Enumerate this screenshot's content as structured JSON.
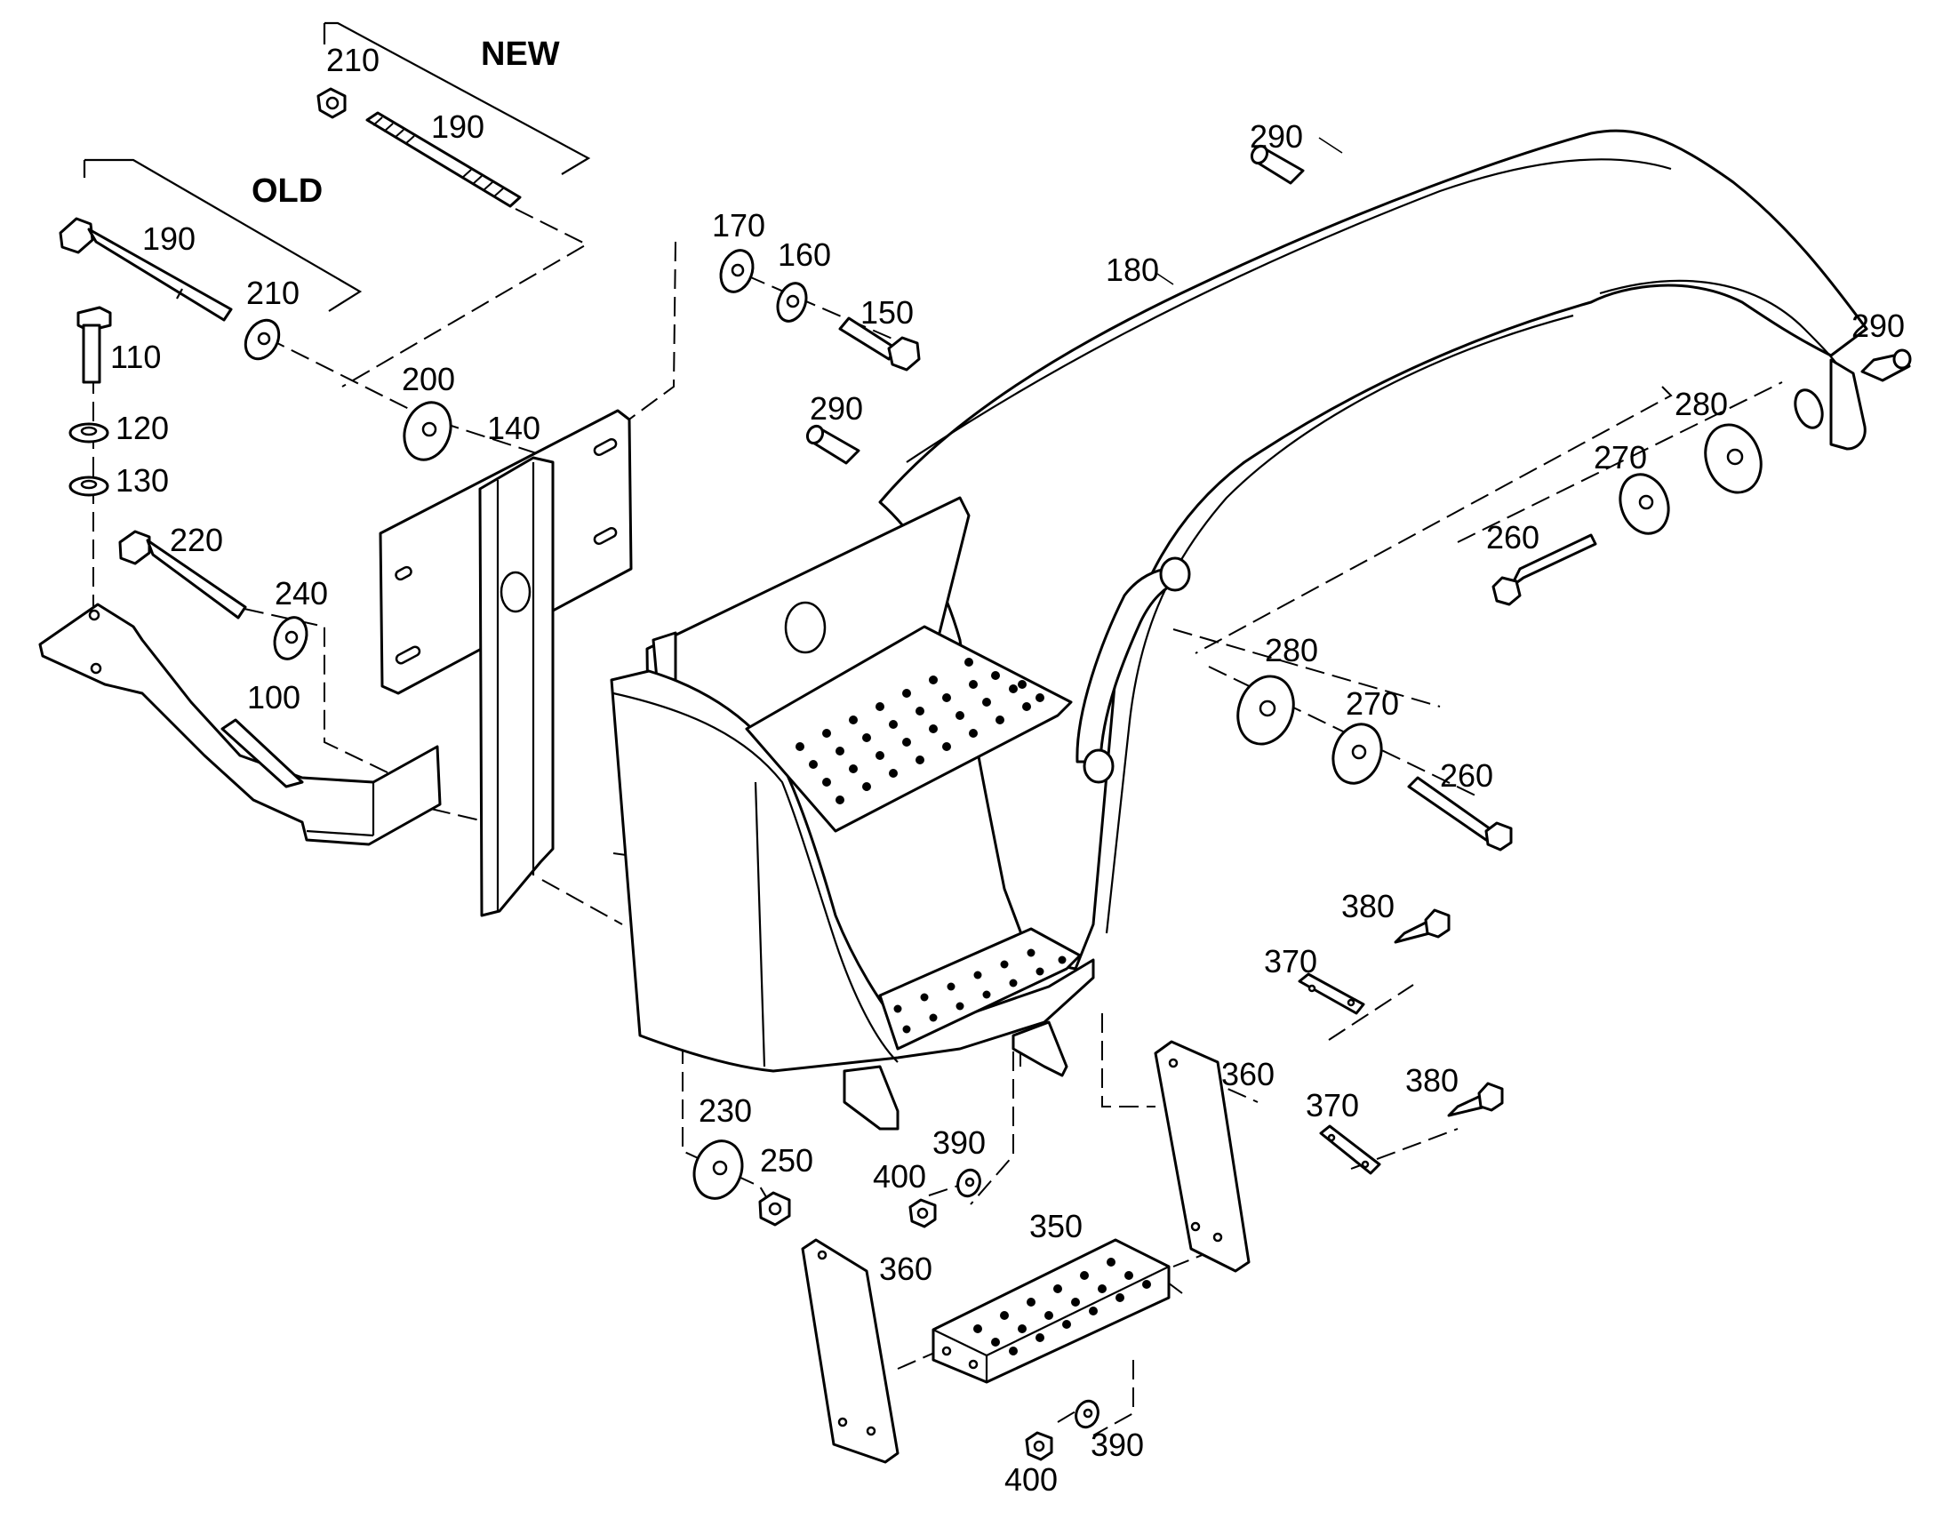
{
  "groups": {
    "new": "NEW",
    "old": "OLD"
  },
  "callouts": {
    "c210_new": "210",
    "c190_new": "190",
    "c190_old": "190",
    "c210_old": "210",
    "c110": "110",
    "c120": "120",
    "c130": "130",
    "c220": "220",
    "c240": "240",
    "c100": "100",
    "c200": "200",
    "c140": "140",
    "c170": "170",
    "c160": "160",
    "c150": "150",
    "c290_a": "290",
    "c290_b": "290",
    "c290_c": "290",
    "c180": "180",
    "c280_a": "280",
    "c270_a": "270",
    "c260_a": "260",
    "c280_b": "280",
    "c270_b": "270",
    "c260_b": "260",
    "c380_a": "380",
    "c370_a": "370",
    "c360_a": "360",
    "c370_b": "370",
    "c380_b": "380",
    "c230": "230",
    "c250": "250",
    "c390_a": "390",
    "c400_a": "400",
    "c350": "350",
    "c360_b": "360",
    "c390_b": "390",
    "c400_b": "400"
  }
}
